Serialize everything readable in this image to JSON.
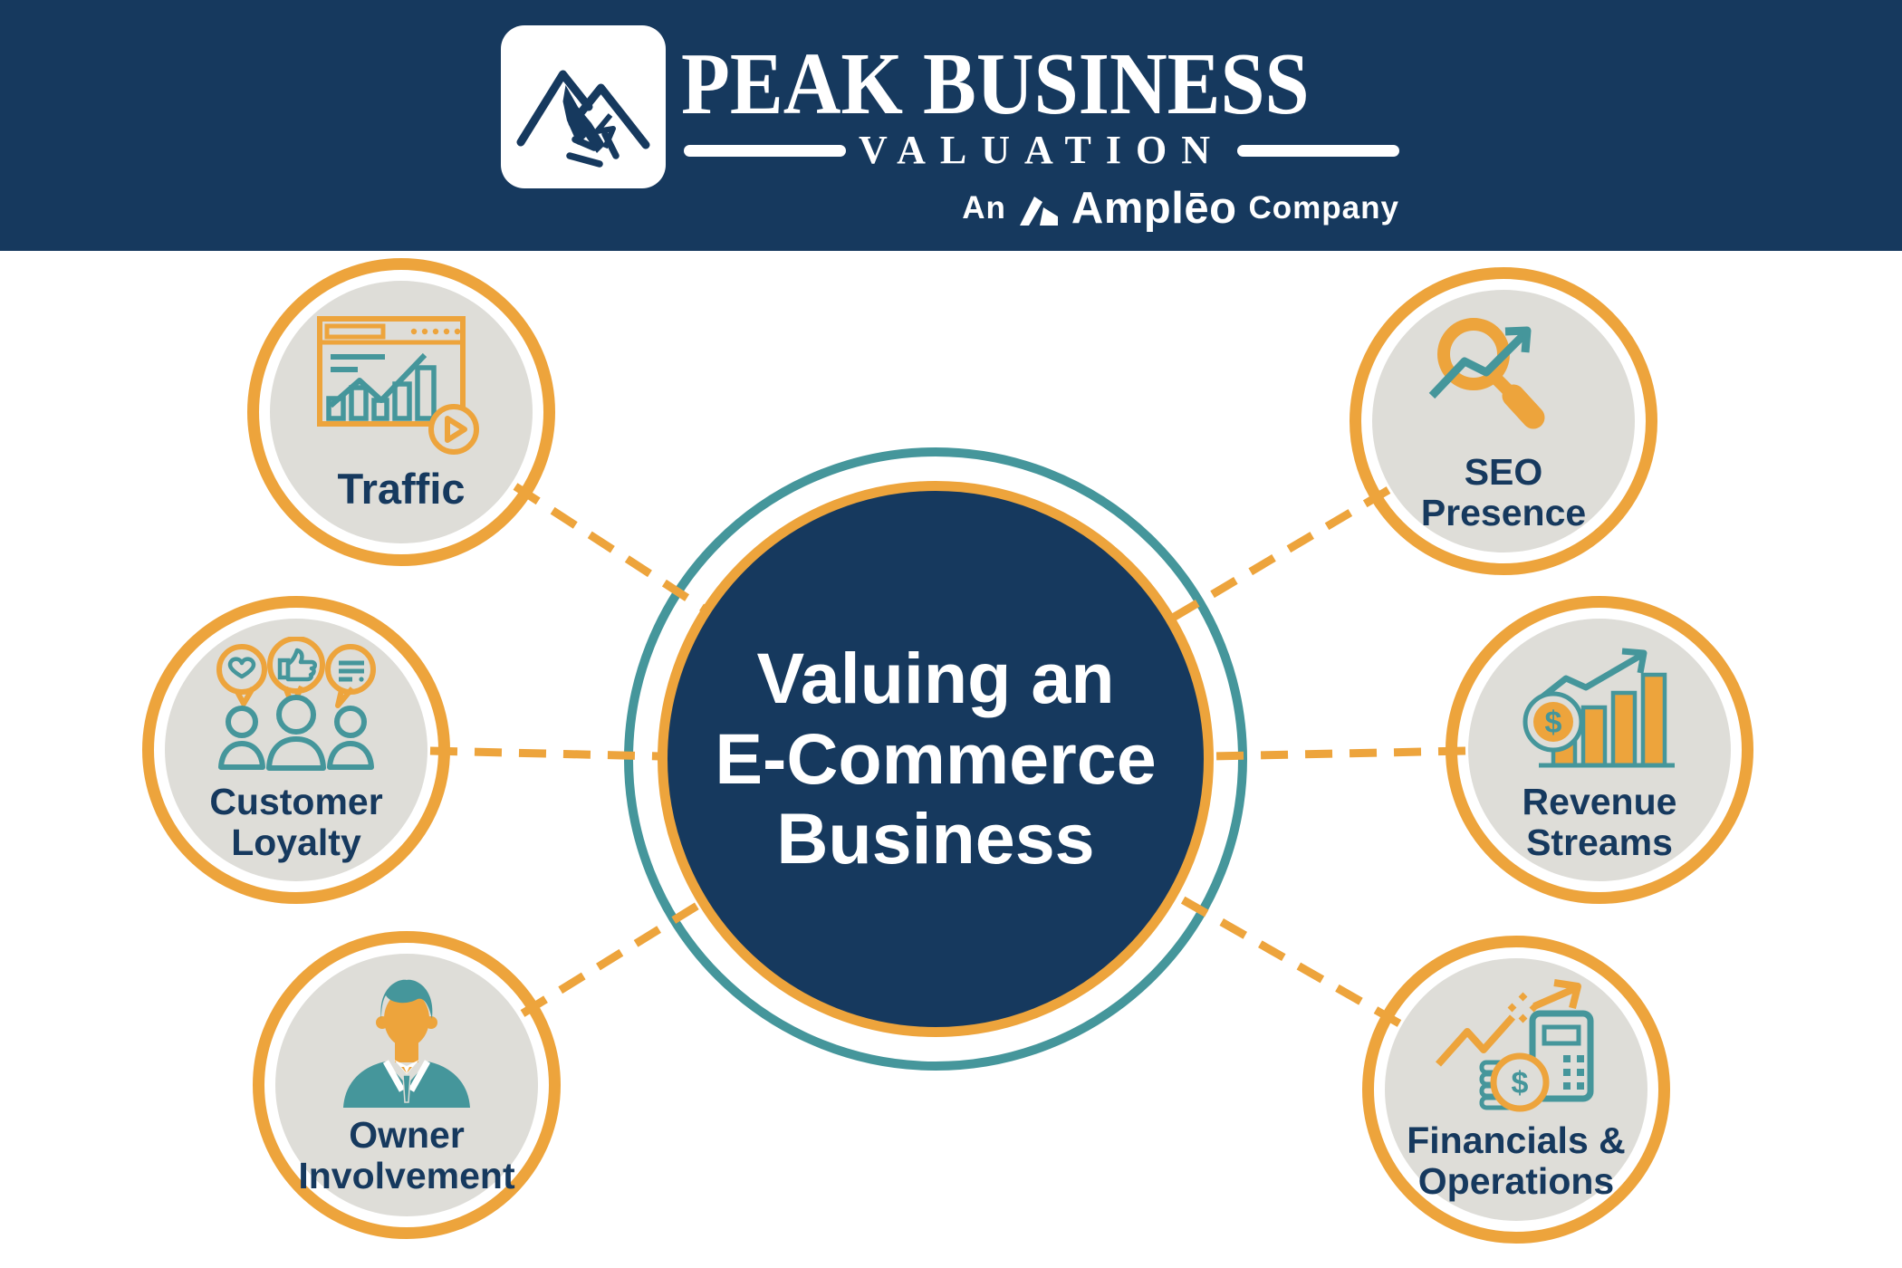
{
  "header": {
    "brand_name": "PEAK BUSINESS",
    "brand_subtitle": "VALUATION",
    "tagline": {
      "prefix": "An",
      "brand": "Amplēo",
      "suffix": "Company"
    }
  },
  "diagram": {
    "center": {
      "lines": [
        "Valuing an",
        "E-Commerce",
        "Business"
      ]
    },
    "nodes": [
      {
        "id": "traffic",
        "lines": [
          "Traffic"
        ],
        "icon": "traffic-analytics-icon"
      },
      {
        "id": "seo-presence",
        "lines": [
          "SEO",
          "Presence"
        ],
        "icon": "seo-magnifier-icon"
      },
      {
        "id": "customer-loyalty",
        "lines": [
          "Customer",
          "Loyalty"
        ],
        "icon": "customer-loyalty-icon"
      },
      {
        "id": "revenue-streams",
        "lines": [
          "Revenue",
          "Streams"
        ],
        "icon": "revenue-bars-icon"
      },
      {
        "id": "owner-involvement",
        "lines": [
          "Owner",
          "Involvement"
        ],
        "icon": "owner-avatar-icon"
      },
      {
        "id": "financials-operations",
        "lines": [
          "Financials &",
          "Operations"
        ],
        "icon": "financials-calculator-icon"
      }
    ],
    "currency_symbol": "$"
  },
  "colors": {
    "navy": "#16395E",
    "orange": "#EDA43C",
    "teal": "#45969B",
    "light_gray": "#DEDDD8",
    "white": "#FFFFFF"
  }
}
